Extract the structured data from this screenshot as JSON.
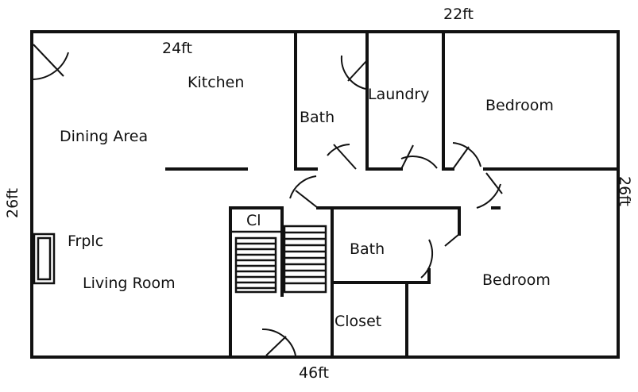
{
  "dimensions": {
    "top": "22ft",
    "kitchen_width": "24ft",
    "left": "26ft",
    "right": "26ft",
    "bottom": "46ft"
  },
  "rooms": {
    "kitchen": "Kitchen",
    "dining_area": "Dining Area",
    "fireplace": "Frplc",
    "living_room": "Living Room",
    "bath_upper": "Bath",
    "laundry": "Laundry",
    "bedroom_upper": "Bedroom",
    "closet_small": "Cl",
    "bath_lower": "Bath",
    "bedroom_lower": "Bedroom",
    "closet": "Closet"
  }
}
